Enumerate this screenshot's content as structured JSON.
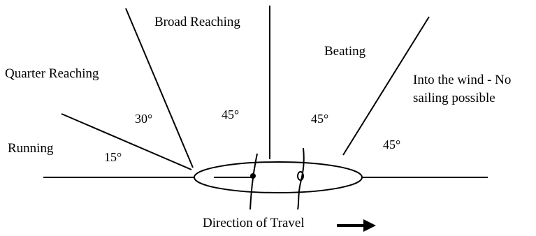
{
  "regions": {
    "broad_reaching": "Broad Reaching",
    "beating": "Beating",
    "quarter_reaching": "Quarter Reaching",
    "into_wind_line1": "Into the wind - No",
    "into_wind_line2": "sailing possible",
    "running": "Running"
  },
  "angles": {
    "running": "15°",
    "quarter_reaching": "30°",
    "broad_reaching": "45°",
    "beating": "45°",
    "into_wind": "45°"
  },
  "direction": {
    "label": "Direction of Travel"
  }
}
